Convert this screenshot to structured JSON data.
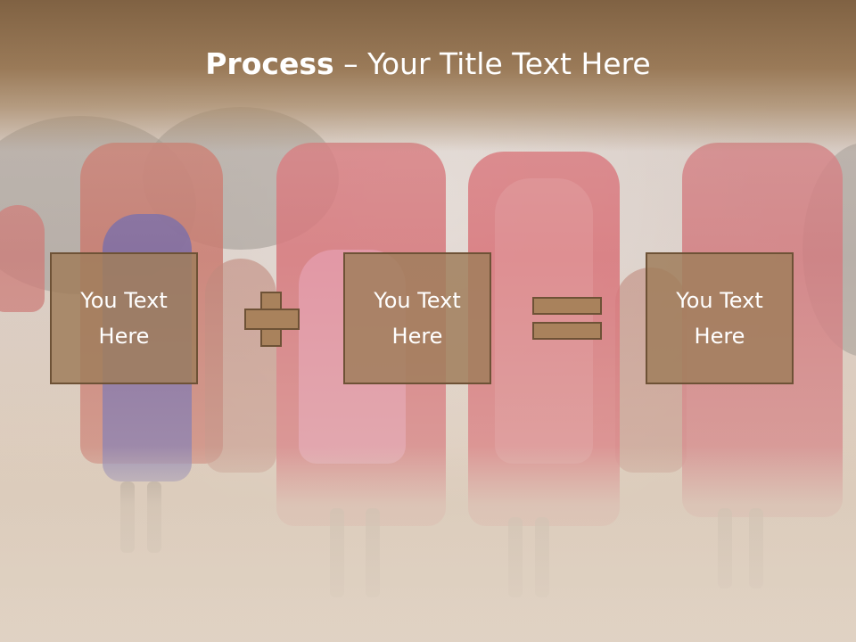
{
  "slide": {
    "title_bold": "Process",
    "title_rest": " – Your Title Text Here",
    "boxes": [
      {
        "text": "You Text\nHere"
      },
      {
        "text": "You Text\nHere"
      },
      {
        "text": "You Text\nHere"
      }
    ],
    "operators": [
      "plus-icon",
      "equals-icon"
    ]
  },
  "colors": {
    "title_band": "#806243",
    "box_fill": "#a07e5c",
    "box_border": "#6e5236",
    "text": "#ffffff"
  }
}
